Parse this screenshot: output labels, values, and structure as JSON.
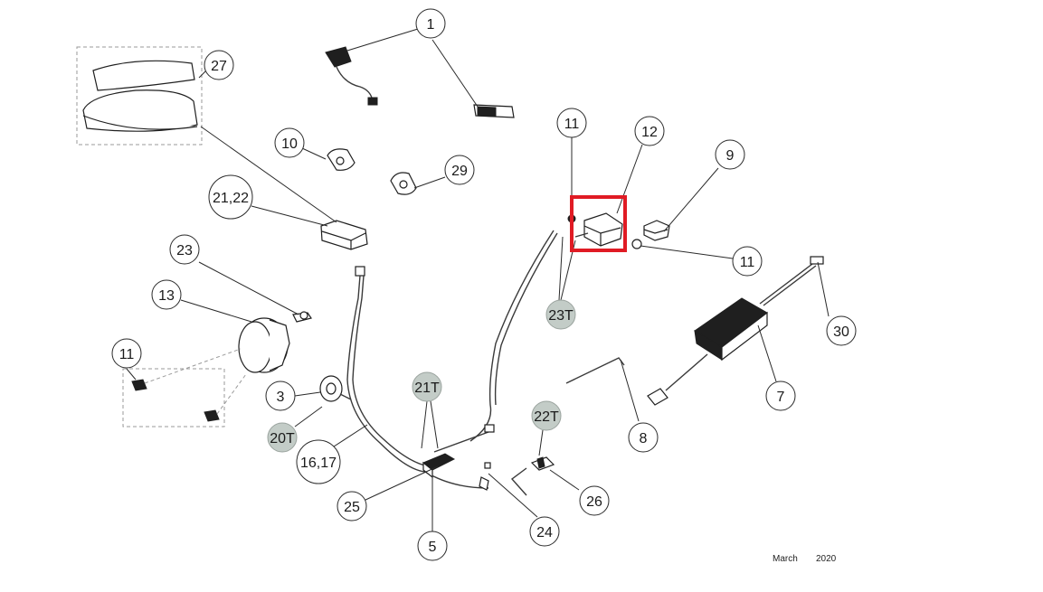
{
  "callouts": {
    "c1": "1",
    "c27": "27",
    "c10": "10",
    "c29": "29",
    "c21_22": "21,22",
    "c23": "23",
    "c13": "13",
    "c11_left": "11",
    "c3": "3",
    "c20T": "20T",
    "c16_17": "16,17",
    "c21T": "21T",
    "c25": "25",
    "c5": "5",
    "c24": "24",
    "c22T": "22T",
    "c26": "26",
    "c8": "8",
    "c11_top": "11",
    "c12": "12",
    "c9": "9",
    "c11_right": "11",
    "c23T": "23T",
    "c30": "30",
    "c7": "7"
  },
  "footer": {
    "month": "March",
    "year": "2020"
  },
  "colors": {
    "highlight": "#e01b24",
    "torque_callout_fill": "#c3ccc7"
  },
  "highlighted_part": "12"
}
